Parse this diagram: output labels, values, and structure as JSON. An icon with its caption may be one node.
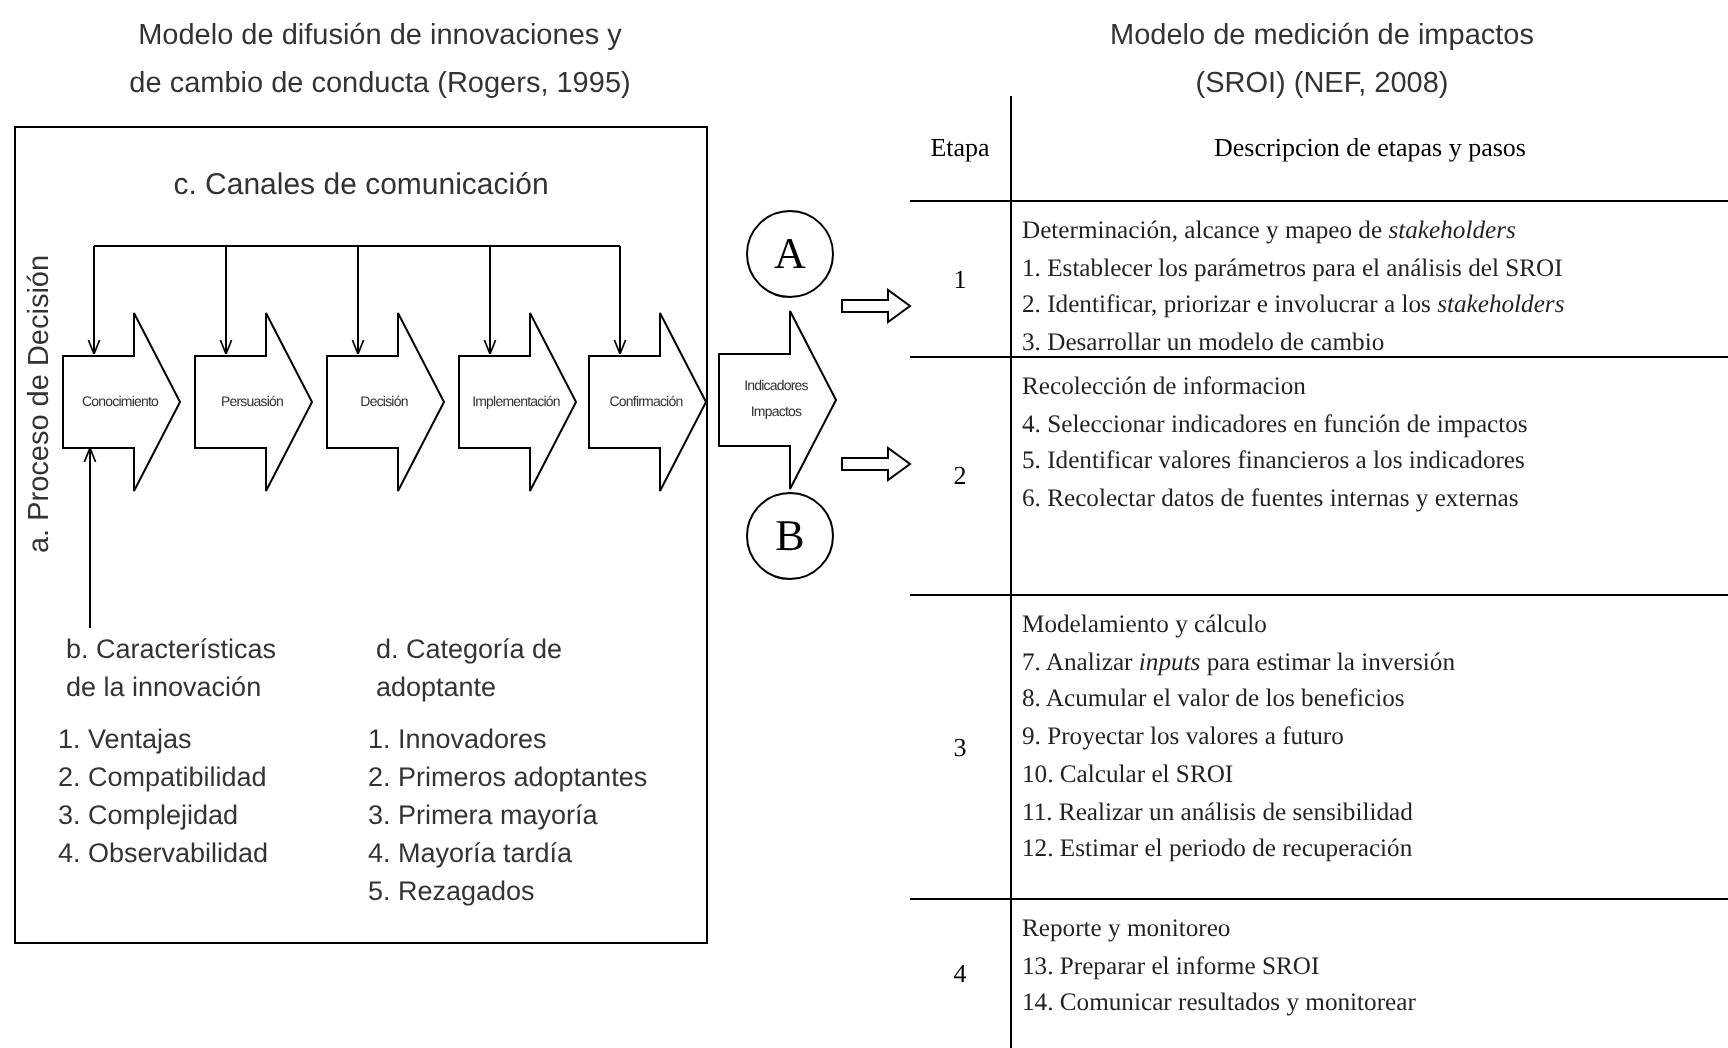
{
  "diagram": {
    "nodes": [
      {
        "text": [
          "c. Canales de comunicación",
          "a. Proceso de Decisión"
        ]
      },
      {
        "text": [
          "Conocimiento"
        ],
        "in": 0
      },
      {
        "text": [
          "Persuasión"
        ],
        "in": 0
      },
      {
        "text": [
          "Decisión"
        ],
        "in": 0
      },
      {
        "text": [
          "Implementación"
        ],
        "in": 0
      },
      {
        "text": [
          "Confirmación"
        ],
        "in": 0
      },
      {
        "text": [
          "Indicadores Impactos"
        ]
      },
      {
        "text": [
          "A"
        ]
      },
      {
        "text": [
          "B"
        ]
      },
      {
        "text": [
          "b. Características de la innovación",
          "1. Ventajas",
          "2. Compatibilidad",
          "3. Complejidad",
          "4. Observabilidad"
        ],
        "in": 0
      },
      {
        "text": [
          "d. Categoría de adoptante",
          "1. Innovadores",
          "2. Primeros adoptantes",
          "3. Primera mayoría",
          "4. Mayoría tardía",
          "5. Rezagados"
        ],
        "in": 0
      },
      {
        "text": [
          "1",
          "Determinación, alcance y mapeo de *stakeholders*",
          "1. Establecer los parámetros para el análisis del SROI",
          "2. Identificar, priorizar e involucrar a los *stakeholders*",
          "3. Desarrollar un modelo de cambio"
        ]
      },
      {
        "text": [
          "2",
          "Recolección de informacion",
          "4. Seleccionar indicadores en función de impactos",
          "5. Identificar valores financieros a los indicadores",
          "6. Recolectar datos de fuentes internas y externas"
        ]
      },
      {
        "text": [
          "3",
          "Modelamiento y cálculo",
          "7. Analizar *inputs* para estimar la inversión",
          "8. Acumular el valor de los beneficios",
          "9. Proyectar los valores a futuro",
          "10. Calcular el SROI",
          "11. Realizar un análisis de sensibilidad",
          "12. Estimar el periodo de recuperación"
        ]
      },
      {
        "text": [
          "4",
          "Reporte y monitoreo",
          "13. Preparar el informe SROI",
          "14. Comunicar resultados y monitorear"
        ]
      }
    ],
    "edges": [
      {
        "from": null,
        "to": 1,
        "arrow": "to"
      },
      {
        "from": null,
        "to": 2,
        "arrow": "to"
      },
      {
        "from": null,
        "to": 3,
        "arrow": "to"
      },
      {
        "from": null,
        "to": 4,
        "arrow": "to"
      },
      {
        "from": null,
        "to": 5,
        "arrow": "to"
      },
      {
        "from": 9,
        "to": 1,
        "arrow": "to"
      },
      {
        "from": 6,
        "to": 11,
        "arrow": "to",
        "style": "thick"
      },
      {
        "from": 6,
        "to": 12,
        "arrow": "to",
        "style": "thick"
      }
    ],
    "labels": [
      "Modelo de difusión de innovaciones y de cambio de conducta (Rogers, 1995)",
      "Modelo de medición de impactos (SROI) (NEF, 2008)",
      "Etapa",
      "Descripcion de etapas y pasos"
    ]
  }
}
